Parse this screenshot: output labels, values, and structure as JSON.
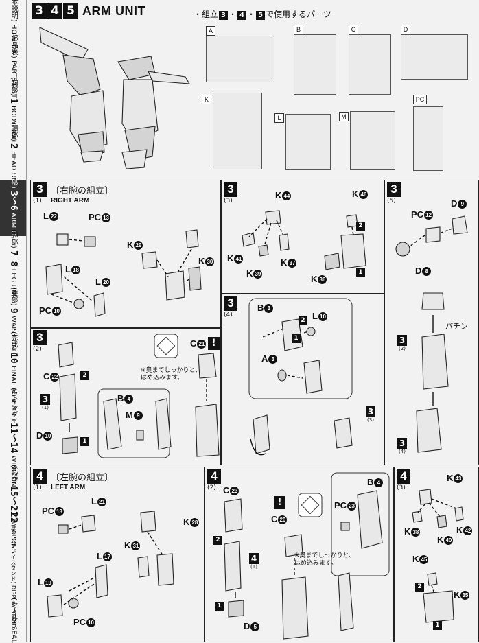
{
  "header": {
    "step_numbers": [
      "3",
      "4",
      "5"
    ],
    "title": "ARM UNIT",
    "parts_note_prefix": "・組立",
    "parts_note_steps": [
      "3",
      "4",
      "5"
    ],
    "parts_note_suffix": "で使用するパーツ"
  },
  "runners": [
    "A",
    "B",
    "C",
    "D",
    "K",
    "L",
    "M",
    "PC"
  ],
  "tabs": [
    {
      "jp": "(基本説明)",
      "en": "HOW TO"
    },
    {
      "jp": "(部品表)",
      "en": "PARTS LIST"
    },
    {
      "num": "1",
      "jp": "(胸部)",
      "en": "BODY UNIT"
    },
    {
      "num": "2",
      "jp": "(頭部)",
      "en": "HEAD UNIT"
    },
    {
      "num": "3〜6",
      "jp": "(腕部)",
      "en": "ARM UNIT",
      "active": true
    },
    {
      "num": "7 8",
      "jp": "(脚部)",
      "en": "LEG UNIT"
    },
    {
      "num": "9",
      "jp": "(腰部)",
      "en": "WAIST UNIT"
    },
    {
      "num": "10",
      "jp": "(完成)",
      "en": "FINAL ASSEMBLE"
    },
    {
      "num": "11〜14",
      "jp": "(ウイング)",
      "en": "WING UNIT"
    },
    {
      "num": "15〜21",
      "jp": "(武器)",
      "en": "WEAPONS"
    },
    {
      "num": "22",
      "jp": "(ディスプレイスタンド)",
      "en": "DISPLAY STAND"
    },
    {
      "jp": "(シール)",
      "en": "SEAL"
    }
  ],
  "panels": {
    "p3_1": {
      "step": "3",
      "sub": "(1)",
      "jp": "〔右腕の組立〕",
      "en": "RIGHT ARM",
      "labels": [
        {
          "part": "L",
          "num": "22"
        },
        {
          "part": "PC",
          "num": "13"
        },
        {
          "part": "K",
          "num": "29"
        },
        {
          "part": "L",
          "num": "18"
        },
        {
          "part": "L",
          "num": "20"
        },
        {
          "part": "K",
          "num": "30"
        },
        {
          "part": "PC",
          "num": "10"
        }
      ]
    },
    "p3_3": {
      "step": "3",
      "sub": "(3)",
      "labels": [
        {
          "part": "K",
          "num": "44"
        },
        {
          "part": "K",
          "num": "46"
        },
        {
          "part": "K",
          "num": "41"
        },
        {
          "part": "K",
          "num": "37"
        },
        {
          "part": "K",
          "num": "39"
        },
        {
          "part": "K",
          "num": "36"
        }
      ]
    },
    "p3_5": {
      "step": "3",
      "sub": "(5)",
      "labels": [
        {
          "part": "PC",
          "num": "12"
        },
        {
          "part": "D",
          "num": "9"
        },
        {
          "part": "D",
          "num": "8"
        }
      ],
      "click": "パチン",
      "refs": [
        {
          "step": "3",
          "sub": "(2)"
        },
        {
          "step": "3",
          "sub": "(4)"
        }
      ]
    },
    "p3_4": {
      "step": "3",
      "sub": "(4)",
      "labels": [
        {
          "part": "B",
          "num": "3"
        },
        {
          "part": "L",
          "num": "10"
        },
        {
          "part": "A",
          "num": "3"
        }
      ],
      "refs": [
        {
          "step": "3",
          "sub": "(3)"
        }
      ]
    },
    "p3_2": {
      "step": "3",
      "sub": "(2)",
      "labels": [
        {
          "part": "C",
          "num": "22"
        },
        {
          "part": "C",
          "num": "21"
        },
        {
          "part": "B",
          "num": "4"
        },
        {
          "part": "M",
          "num": "9"
        },
        {
          "part": "D",
          "num": "10"
        }
      ],
      "note": "※奥までしっかりと、\nはめ込みます。",
      "refs": [
        {
          "step": "3",
          "sub": "(1)"
        }
      ]
    },
    "p4_1": {
      "step": "4",
      "sub": "(1)",
      "jp": "〔左腕の組立〕",
      "en": "LEFT ARM",
      "labels": [
        {
          "part": "L",
          "num": "21"
        },
        {
          "part": "PC",
          "num": "13"
        },
        {
          "part": "K",
          "num": "28"
        },
        {
          "part": "K",
          "num": "31"
        },
        {
          "part": "L",
          "num": "17"
        },
        {
          "part": "L",
          "num": "19"
        },
        {
          "part": "PC",
          "num": "10"
        }
      ]
    },
    "p4_2": {
      "step": "4",
      "sub": "(2)",
      "labels": [
        {
          "part": "C",
          "num": "23"
        },
        {
          "part": "B",
          "num": "4"
        },
        {
          "part": "PC",
          "num": "23"
        },
        {
          "part": "C",
          "num": "20"
        },
        {
          "part": "D",
          "num": "5"
        }
      ],
      "note": "※奥までしっかりと、\nはめ込みます。",
      "refs": [
        {
          "step": "4",
          "sub": "(1)"
        }
      ]
    },
    "p4_3": {
      "step": "4",
      "sub": "(3)",
      "labels": [
        {
          "part": "K",
          "num": "43"
        },
        {
          "part": "K",
          "num": "38"
        },
        {
          "part": "K",
          "num": "42"
        },
        {
          "part": "K",
          "num": "40"
        },
        {
          "part": "K",
          "num": "45"
        },
        {
          "part": "K",
          "num": "35"
        }
      ]
    }
  }
}
